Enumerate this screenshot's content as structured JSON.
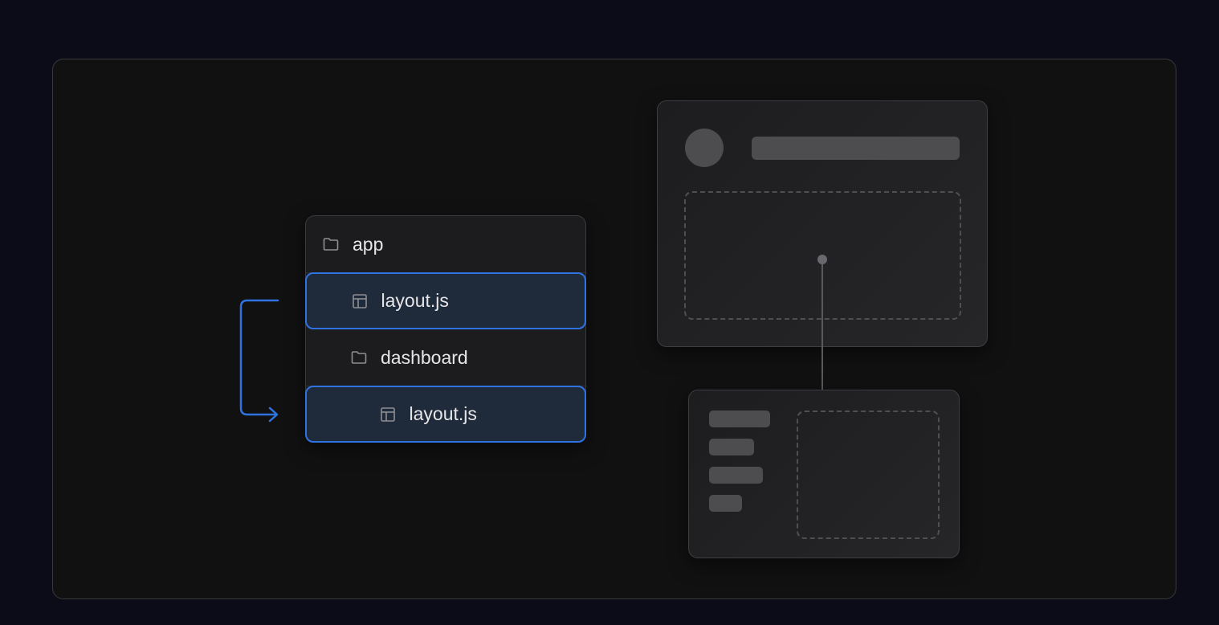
{
  "tree": {
    "items": [
      {
        "label": "app",
        "icon": "folder-icon"
      },
      {
        "label": "layout.js",
        "icon": "layout-icon"
      },
      {
        "label": "dashboard",
        "icon": "folder-icon"
      },
      {
        "label": "layout.js",
        "icon": "layout-icon"
      }
    ]
  },
  "colors": {
    "highlight_border": "#2f73e0",
    "highlight_fill": "#1f2a3a",
    "arrow": "#2f73e0",
    "placeholder": "#4d4d50"
  }
}
